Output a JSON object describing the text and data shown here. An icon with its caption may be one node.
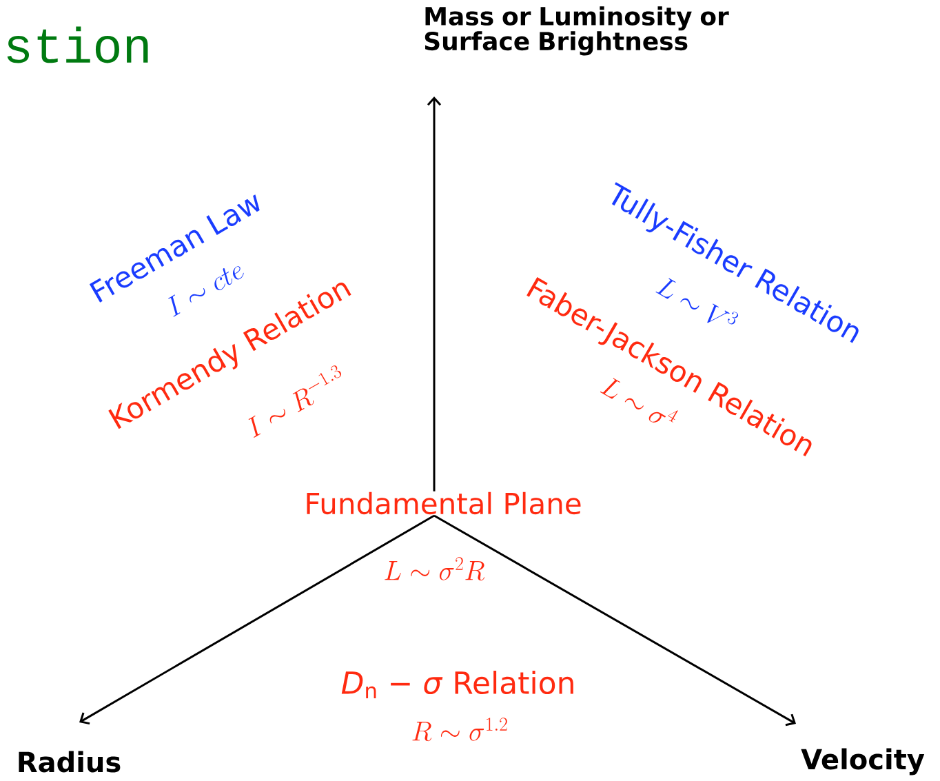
{
  "diagram": {
    "labels": [
      "stion",
      "Mass or Luminosity or Surface Brightness",
      "Freeman Law",
      "I \\sim cte",
      "Tully-Fisher Relation",
      "L \\sim V^3",
      "Kormendy Relation",
      "I \\sim R^{-1.3}",
      "Faber-Jackson Relation",
      "L \\sim \\sigma^4",
      "Fundamental Plane",
      "L \\sim \\sigma^2 R",
      "*D*$_{n}$ − *σ* Relation",
      "R \\sim \\sigma^{1.2}",
      "Radius",
      "Velocity"
    ]
  }
}
